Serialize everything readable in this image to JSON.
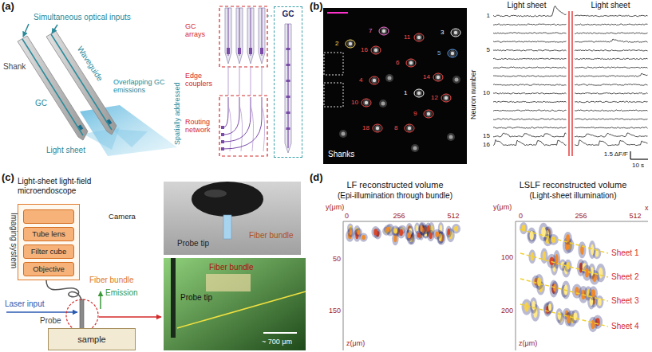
{
  "diagram": {
    "nodes": [
      {
        "text": [
          "GC"
        ]
      },
      {
        "text": [
          "Imaging system"
        ]
      },
      {
        "text": [
          "Camera"
        ],
        "in": 1
      },
      {
        "text": [
          "Tube lens"
        ],
        "in": 1
      },
      {
        "text": [
          "Filter cube"
        ],
        "in": 1
      },
      {
        "text": [
          "Objective"
        ],
        "in": 1
      },
      {
        "text": [
          "sample"
        ]
      }
    ],
    "labels": [
      "(a)",
      "Simultaneous optical inputs",
      "Shank",
      "Waveguide",
      "GC",
      "Overlapping GC emissions",
      "Light sheet",
      "GC arrays",
      "Edge couplers",
      "Routing network",
      "Spatially addressed",
      "(b)",
      "Shanks",
      "7",
      "2",
      "16",
      "11",
      "3",
      "6",
      "5",
      "14",
      "4",
      "1",
      "10",
      "12",
      "9",
      "8",
      "18",
      "Light sheet",
      "Light sheet",
      "1",
      "5",
      "10",
      "15",
      "16",
      "Neuron number",
      "1.5 ΔF/F",
      "10 s",
      "(c)",
      "Light-sheet light-field microendoscope",
      "Fiber bundle",
      "Emission",
      "Laser input",
      "Probe",
      "Probe tip",
      "Fiber bundle",
      "Probe tip",
      "Fiber bundle",
      "~ 700 μm",
      "(d)",
      "LF reconstructed volume",
      "(Epi-illumination through bundle)",
      "LSLF reconstructed volume",
      "(Light-sheet illumination)",
      "y(μm)",
      "0",
      "256",
      "512",
      "50",
      "150",
      "z(μm)",
      "y(μm)",
      "0",
      "256",
      "512",
      "x",
      "100",
      "200",
      "z(μm)",
      "Sheet 1",
      "Sheet 2",
      "Sheet 3",
      "Sheet 4"
    ]
  }
}
